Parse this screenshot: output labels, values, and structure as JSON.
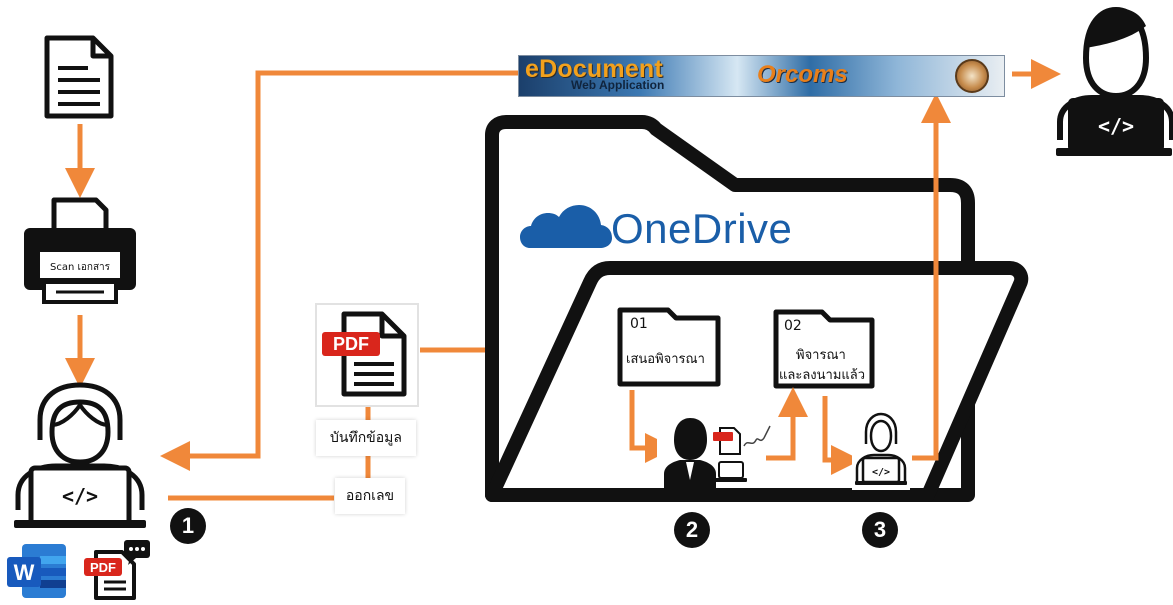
{
  "printer": {
    "label": "Scan เอกสาร"
  },
  "pdf_badge": {
    "text": "PDF"
  },
  "left_labels": {
    "record": "บันทึกข้อมูล",
    "issue_number": "ออกเลข"
  },
  "banner": {
    "title": "eDocument",
    "subtitle": "Web Application",
    "brand": "Orcoms"
  },
  "onedrive": {
    "name": "OneDrive"
  },
  "folders": [
    {
      "number": "01",
      "lines": [
        "เสนอพิจารณา"
      ]
    },
    {
      "number": "02",
      "lines": [
        "พิจารณา",
        "และลงนามแล้ว"
      ]
    }
  ],
  "steps": [
    "1",
    "2",
    "3"
  ],
  "colors": {
    "arrow": "#f0883a",
    "ink": "#111111",
    "onedrive": "#1a5ea8"
  },
  "icons": [
    "document-icon",
    "printer-icon",
    "user-developer-icon",
    "pdf-file-icon",
    "word-icon",
    "folder-icon",
    "manager-icon",
    "signature-icon",
    "laptop-icon",
    "arrow-icon"
  ]
}
